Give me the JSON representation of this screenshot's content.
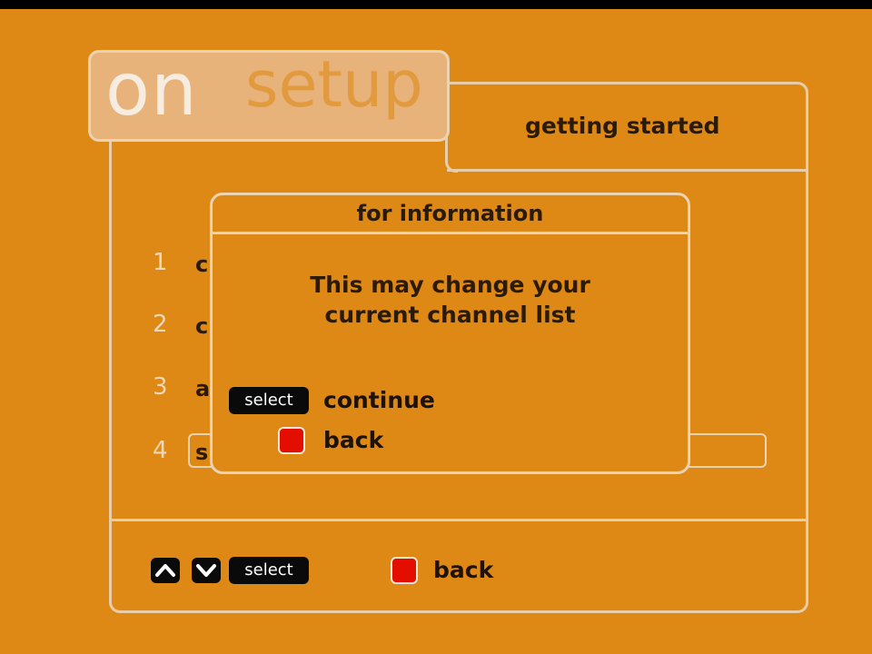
{
  "header": {
    "logo_on": "on",
    "logo_setup": "setup",
    "title": "getting started"
  },
  "menu": {
    "items": [
      {
        "number": "1",
        "label": "c"
      },
      {
        "number": "2",
        "label": "c"
      },
      {
        "number": "3",
        "label": "a"
      },
      {
        "number": "4",
        "label": "s"
      }
    ]
  },
  "dialog": {
    "title": "for information",
    "message_line1": "This may change your",
    "message_line2": "current channel list",
    "select_key": "select",
    "continue_label": "continue",
    "back_label": "back"
  },
  "footer": {
    "select_key": "select",
    "back_label": "back"
  },
  "colors": {
    "background": "#de8916",
    "border": "#ecd3b2",
    "red_key": "#e30e00",
    "key_black": "#0a0a0a"
  }
}
